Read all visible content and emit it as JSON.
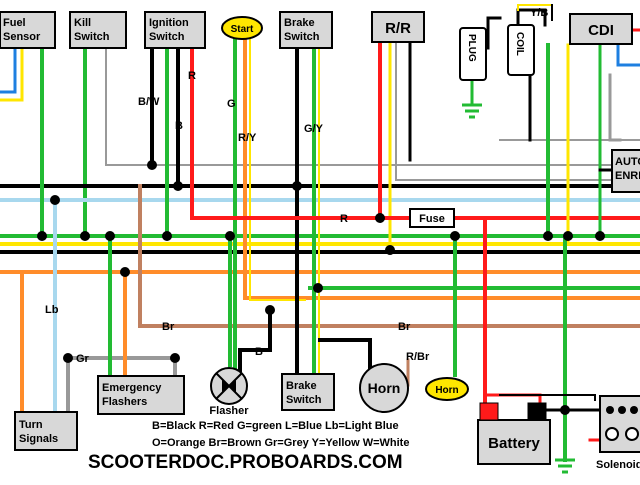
{
  "components": {
    "fuel_sensor": "Fuel Sensor",
    "kill_switch": "Kill Switch",
    "ignition_switch": "Ignition Switch",
    "start_button": "Start",
    "brake_switch_top": "Brake Switch",
    "regulator": "R/R",
    "cdi": "CDI",
    "plug": "PLUG",
    "coil": "COIL",
    "auto_enrichener": "AUTO ENRICHENER",
    "fuse": "Fuse",
    "turn_signals": "Turn Signals",
    "emergency_flashers": "Emergency Flashers",
    "flasher": "Flasher",
    "brake_switch_bottom": "Brake Switch",
    "horn": "Horn",
    "horn_button": "Horn",
    "battery": "Battery",
    "solenoid": "Solenoid"
  },
  "wire_labels": {
    "red_ignition": "R",
    "green_start": "G",
    "bw": "B/W",
    "black_ignition": "B",
    "red_yellow": "R/Y",
    "green_yellow": "G/Y",
    "yellow_black": "Y/B",
    "red_bus": "R",
    "light_blue": "Lb",
    "grey": "Gr",
    "brown_left": "Br",
    "brown_right": "Br",
    "black_flasher": "B",
    "red_brown": "R/Br"
  },
  "legend": {
    "line1": "B=Black R=Red G=green L=Blue Lb=Light Blue",
    "line2": "O=Orange Br=Brown Gr=Grey Y=Yellow W=White"
  },
  "watermark": "SCOOTERDOC.PROBOARDS.COM",
  "colors": {
    "black": "#000000",
    "red": "#ff1a1a",
    "green": "#22bb33",
    "light_blue": "#a8d8ee",
    "blue": "#1e7fe0",
    "orange": "#ff8c2a",
    "brown": "#c08060",
    "grey": "#999999",
    "yellow": "#ffe600",
    "box_fill": "#d8d8d8",
    "start_fill": "#ffe600"
  }
}
